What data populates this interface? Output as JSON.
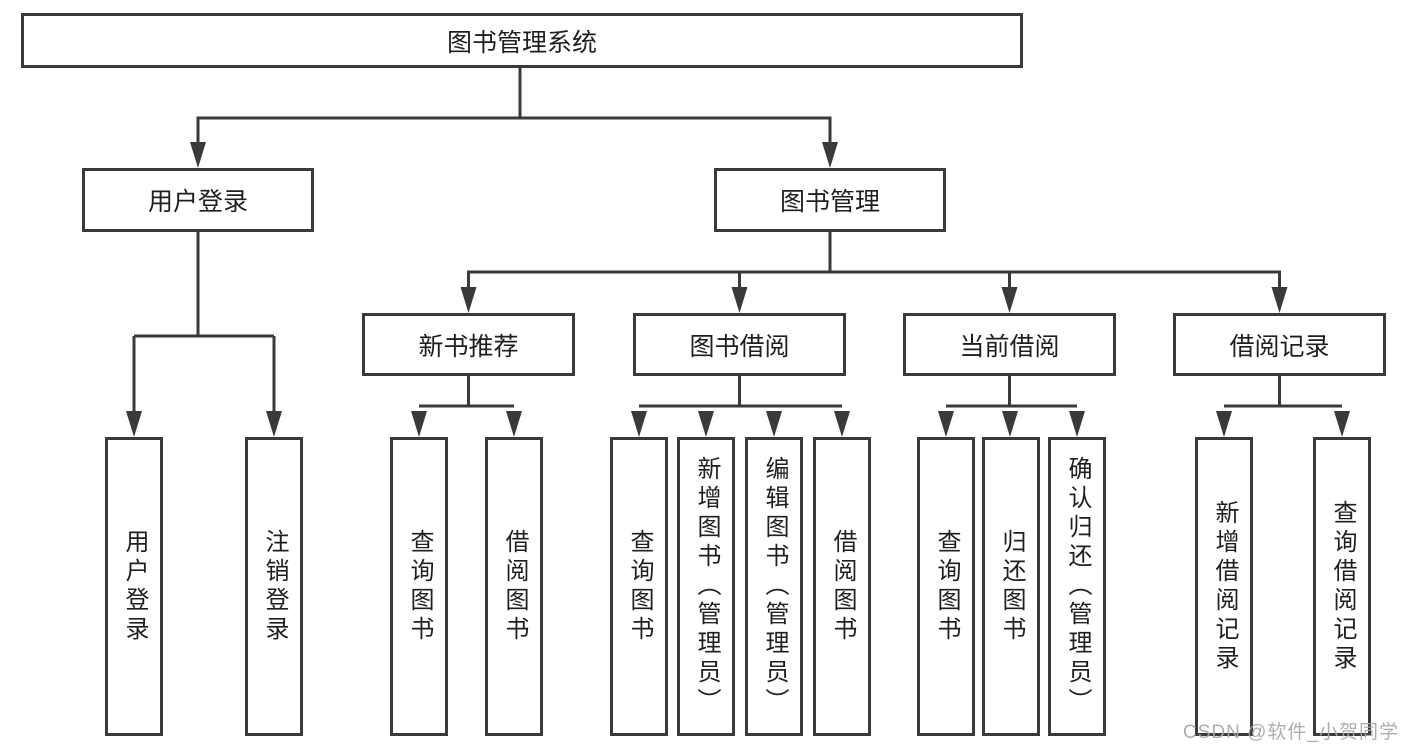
{
  "tree": {
    "root": {
      "label": "图书管理系统"
    },
    "level2": [
      {
        "label": "用户登录"
      },
      {
        "label": "图书管理"
      }
    ],
    "level3": [
      {
        "label": "新书推荐"
      },
      {
        "label": "图书借阅"
      },
      {
        "label": "当前借阅"
      },
      {
        "label": "借阅记录"
      }
    ],
    "leaves": {
      "user_login": [
        {
          "label": "用户登录"
        },
        {
          "label": "注销登录"
        }
      ],
      "new_book_recommend": [
        {
          "label": "查询图书"
        },
        {
          "label": "借阅图书"
        }
      ],
      "book_borrow": [
        {
          "label": "查询图书"
        },
        {
          "label": "新增图书（管理员）"
        },
        {
          "label": "编辑图书（管理员）"
        },
        {
          "label": "借阅图书"
        }
      ],
      "current_borrow": [
        {
          "label": "查询图书"
        },
        {
          "label": "归还图书"
        },
        {
          "label": "确认归还（管理员）"
        }
      ],
      "borrow_record": [
        {
          "label": "新增借阅记录"
        },
        {
          "label": "查询借阅记录"
        }
      ]
    }
  },
  "watermark": "CSDN @软件_小贺同学",
  "colors": {
    "line": "#3a3a3a",
    "text": "#1f1f1f",
    "watermark": "#a8a8a8",
    "background": "#ffffff"
  }
}
